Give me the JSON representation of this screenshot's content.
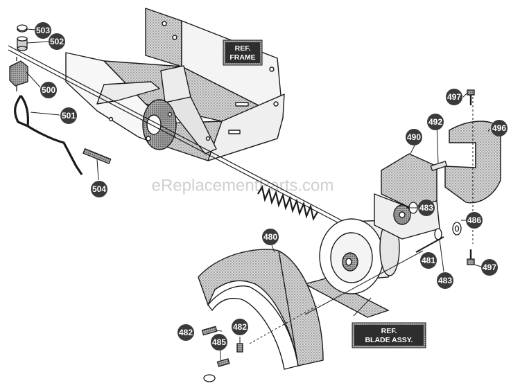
{
  "watermark": "eReplacementParts.com",
  "ref_labels": {
    "frame": [
      "REF.",
      "FRAME"
    ],
    "blade": [
      "REF.",
      "BLADE ASSY."
    ]
  },
  "part_numbers": {
    "p503": "503",
    "p502": "502",
    "p500": "500",
    "p501": "501",
    "p504": "504",
    "p497a": "497",
    "p492": "492",
    "p496": "496",
    "p490": "490",
    "p483a": "483",
    "p486": "486",
    "p480": "480",
    "p481": "481",
    "p483b": "483",
    "p497b": "497",
    "p482a": "482",
    "p482b": "482",
    "p485": "485"
  },
  "colors": {
    "ink": "#1a1a1a",
    "callout": "#3a3a3a",
    "shade": "#bdbdbd"
  }
}
